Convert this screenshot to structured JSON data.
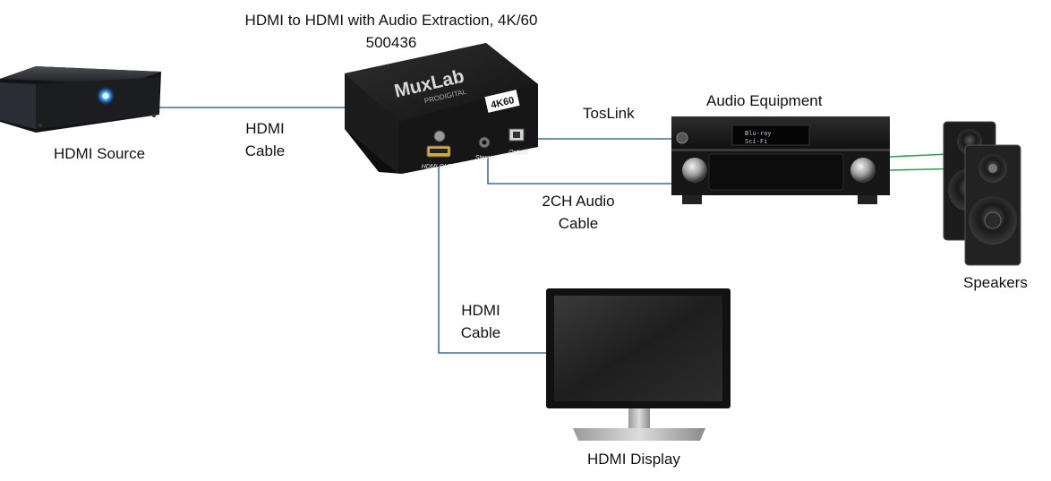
{
  "title": {
    "line1": "HDMI to HDMI with Audio Extraction, 4K/60",
    "line2": "500436"
  },
  "devices": {
    "source": "HDMI Source",
    "audio": "Audio Equipment",
    "speakers": "Speakers",
    "display": "HDMI Display"
  },
  "extractor": {
    "brand": "MuxLab",
    "sub_brand": "PRODIGITAL",
    "badge": "4K60",
    "port_hdmi_out": "HDMI OUT",
    "port_stereo": "Stereo",
    "port_optical": "Optical"
  },
  "receiver": {
    "display_line1": "Blu-ray",
    "display_line2": "Sci-Fi"
  },
  "cables": {
    "hdmi_in": [
      "HDMI",
      "Cable"
    ],
    "toslink": "TosLink",
    "audio_2ch": [
      "2CH Audio",
      "Cable"
    ],
    "hdmi_out": [
      "HDMI",
      "Cable"
    ]
  },
  "colors": {
    "hdmi_cable": "#3a6fa6",
    "speaker_wire": "#2e9e4a",
    "device_body": "#1a1a1a"
  }
}
